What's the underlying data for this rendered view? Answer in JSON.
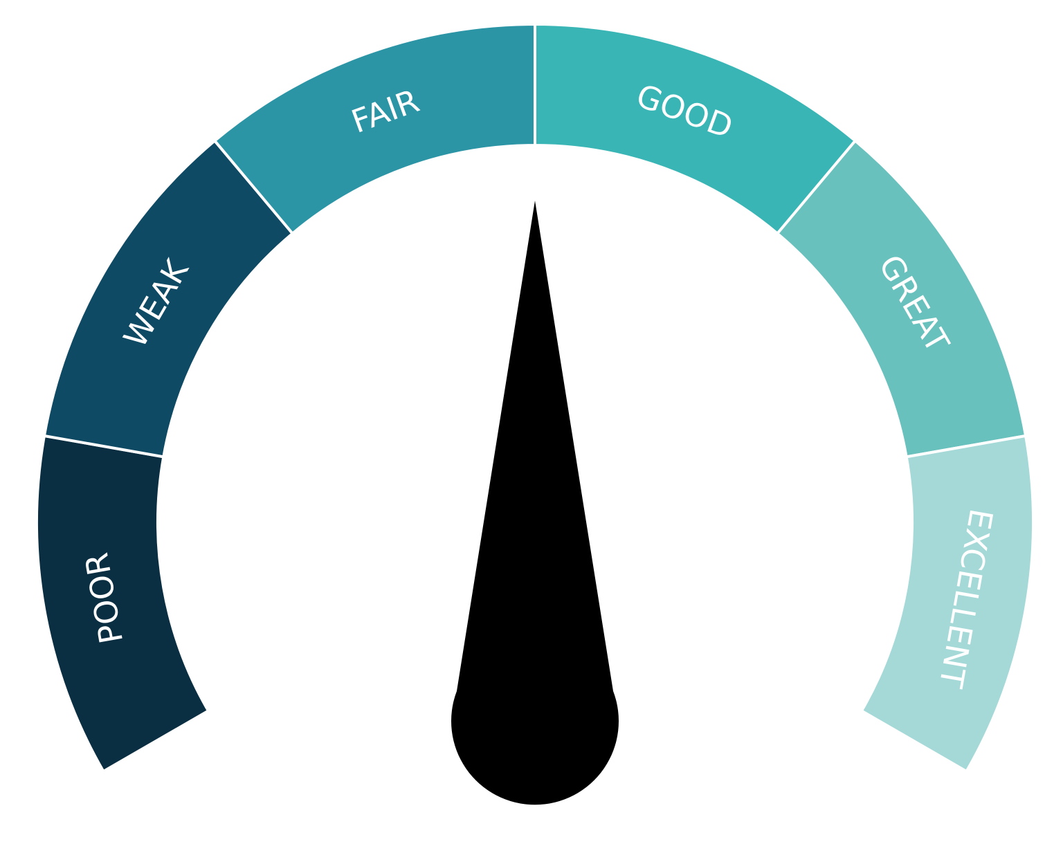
{
  "chart_data": {
    "type": "gauge",
    "title": "",
    "segments": [
      {
        "label": "POOR",
        "color": "#0b2f42"
      },
      {
        "label": "WEAK",
        "color": "#0f4a64"
      },
      {
        "label": "FAIR",
        "color": "#2b95a6"
      },
      {
        "label": "GOOD",
        "color": "#38b5b4"
      },
      {
        "label": "GREAT",
        "color": "#69c1be"
      },
      {
        "label": "EXCELLENT",
        "color": "#a4d9d8"
      }
    ],
    "range": [
      0,
      6
    ],
    "needle_value": 3.0,
    "needle_color": "#000000"
  }
}
